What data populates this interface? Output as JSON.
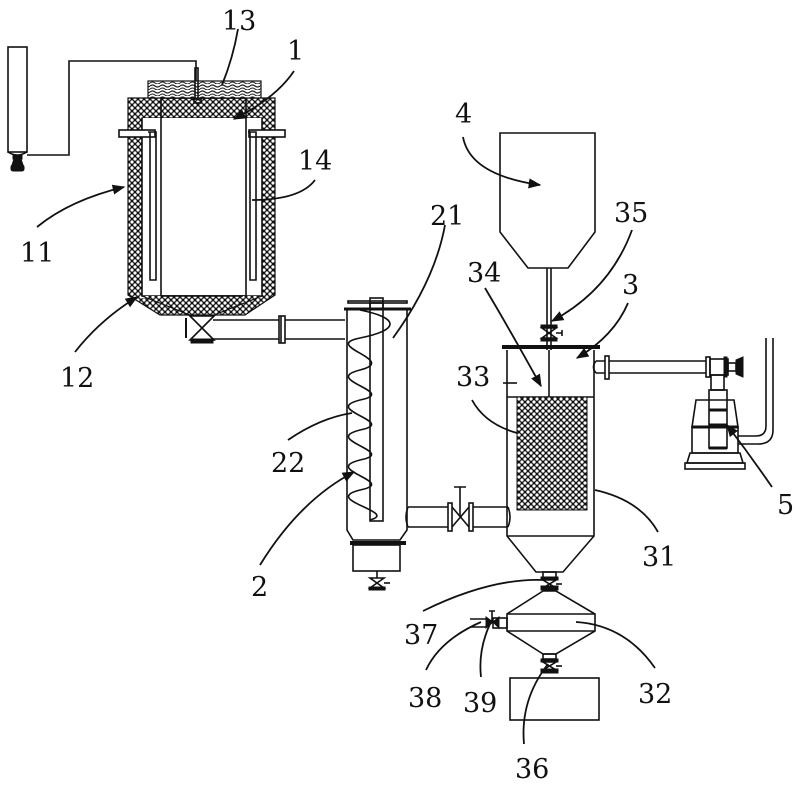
{
  "figure": {
    "type": "process equipment schematic (patent drawing)",
    "colors": {
      "line": "#111111",
      "background": "#ffffff"
    }
  },
  "components": {
    "reactor": {
      "ref": "1",
      "parts": {
        "insulation_jacket": "11",
        "bottom_cone": "12",
        "lid": "13",
        "heating_rod": "14"
      }
    },
    "condenser": {
      "ref": "2",
      "parts": {
        "coil": "21",
        "shell": "22"
      }
    },
    "separator": {
      "ref": "3",
      "parts": {
        "tank_body": "31",
        "collector": "32",
        "packing": "33",
        "feed_pipe": "34",
        "feed_valve": "35",
        "bottom_valve": "36",
        "middle_valve": "37",
        "side_pipe": "38",
        "side_valve": "39"
      }
    },
    "feed_hopper": {
      "ref": "4"
    },
    "vacuum_pump": {
      "ref": "5"
    }
  },
  "labels": {
    "l1": "1",
    "l11": "11",
    "l12": "12",
    "l13": "13",
    "l14": "14",
    "l2": "2",
    "l21": "21",
    "l22": "22",
    "l3": "3",
    "l31": "31",
    "l32": "32",
    "l33": "33",
    "l34": "34",
    "l35": "35",
    "l36": "36",
    "l37": "37",
    "l38": "38",
    "l39": "39",
    "l4": "4",
    "l5": "5"
  }
}
